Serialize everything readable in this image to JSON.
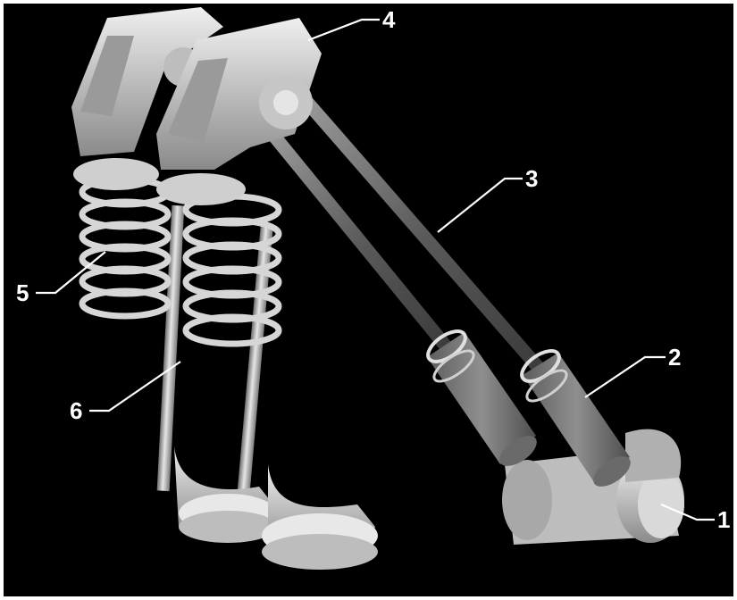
{
  "diagram": {
    "background_color": "#000000",
    "metal_color": "#c9c9c9",
    "labels": [
      {
        "id": "1",
        "text": "1"
      },
      {
        "id": "2",
        "text": "2"
      },
      {
        "id": "3",
        "text": "3"
      },
      {
        "id": "4",
        "text": "4"
      },
      {
        "id": "5",
        "text": "5"
      },
      {
        "id": "6",
        "text": "6"
      }
    ]
  }
}
